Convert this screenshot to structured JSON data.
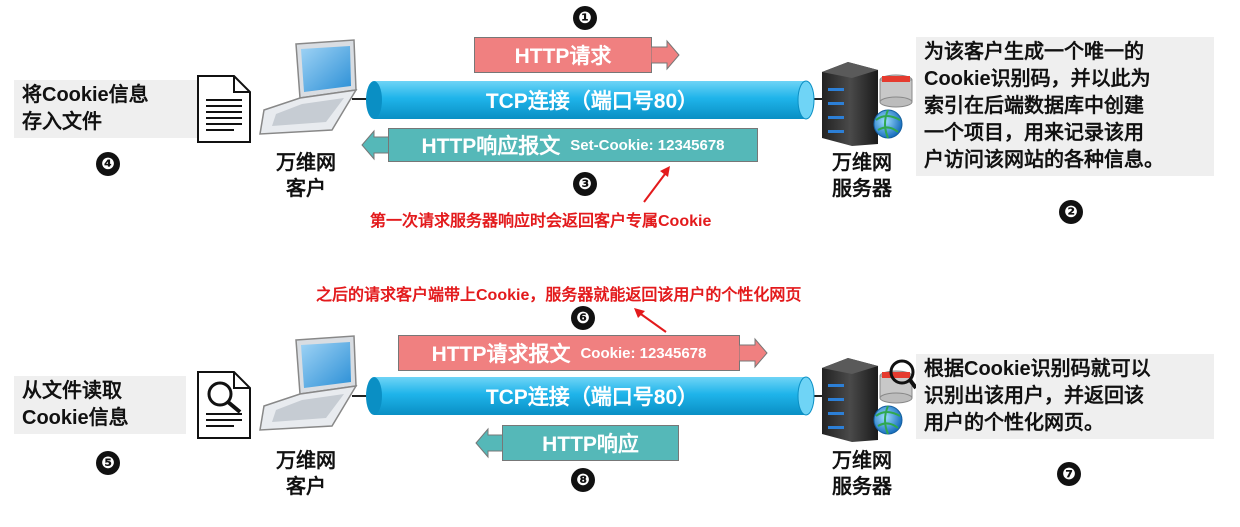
{
  "colors": {
    "request_red": "#f08080",
    "response_teal": "#55b8b8",
    "tube_blue": "#1fb4ea",
    "annotation_red": "#e31a1c"
  },
  "top": {
    "step1": "❶",
    "step2": "❷",
    "step3": "❸",
    "step4": "❹",
    "request": "HTTP请求",
    "tcp": "TCP连接（端口号80）",
    "response_main": "HTTP响应报文",
    "response_small": "Set-Cookie: 12345678",
    "client_caption": [
      "万维网",
      "客户"
    ],
    "server_caption": [
      "万维网",
      "服务器"
    ],
    "left_note": [
      "将Cookie信息",
      "存入文件"
    ],
    "right_note": [
      "为该客户生成一个唯一的",
      "Cookie识别码，并以此为",
      "索引在后端数据库中创建",
      "一个项目，用来记录该用",
      "户访问该网站的各种信息。"
    ],
    "annotation": "第一次请求服务器响应时会返回客户专属Cookie",
    "icons": {
      "document": "document-icon",
      "laptop": "laptop-icon",
      "server": "server-icon"
    }
  },
  "bottom": {
    "step5": "❺",
    "step6": "❻",
    "step7": "❼",
    "step8": "❽",
    "annotation": "之后的请求客户端带上Cookie，服务器就能返回该用户的个性化网页",
    "request_main": "HTTP请求报文",
    "request_small": "Cookie: 12345678",
    "tcp": "TCP连接（端口号80）",
    "response": "HTTP响应",
    "client_caption": [
      "万维网",
      "客户"
    ],
    "server_caption": [
      "万维网",
      "服务器"
    ],
    "left_note": [
      "从文件读取",
      "Cookie信息"
    ],
    "right_note": [
      "根据Cookie识别码就可以",
      "识别出该用户，并返回该",
      "用户的个性化网页。"
    ],
    "icons": {
      "document": "document-search-icon",
      "laptop": "laptop-icon",
      "server": "server-search-icon"
    }
  }
}
